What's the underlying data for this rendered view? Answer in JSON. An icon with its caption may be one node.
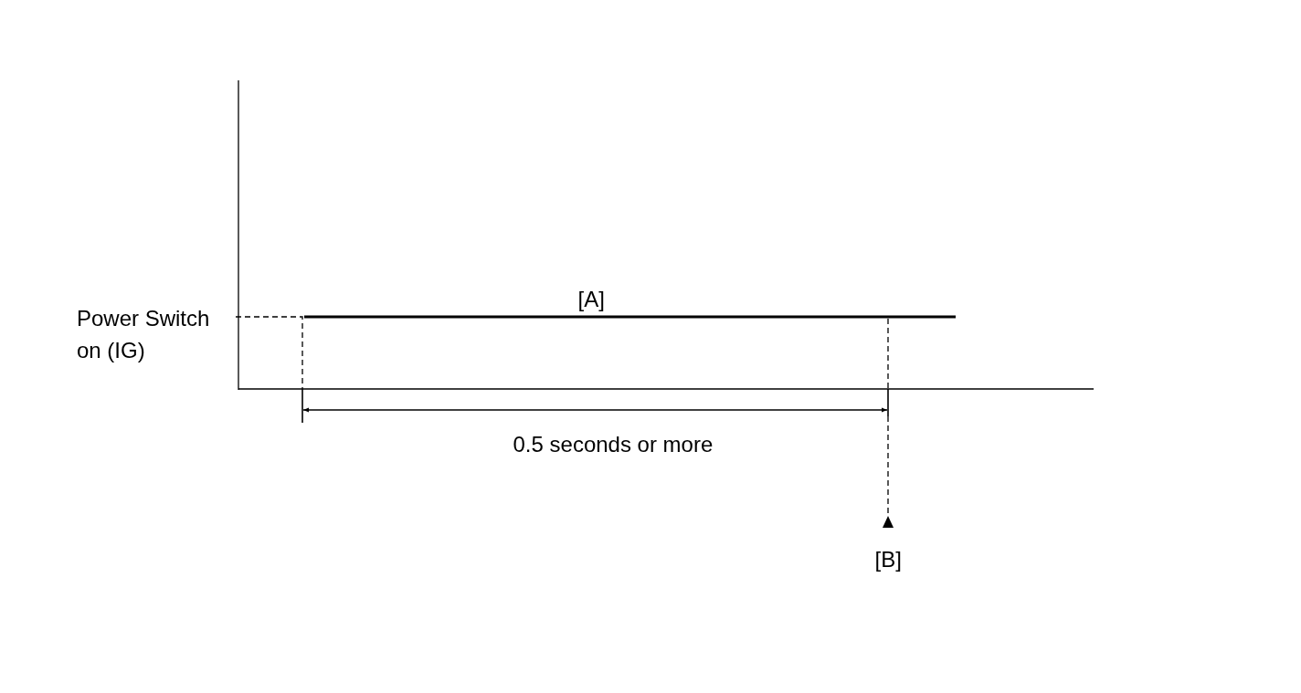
{
  "diagram": {
    "labels": [
      "[A]",
      "Power Switch on (IG)",
      "0.5 seconds or more",
      "[B]"
    ]
  }
}
